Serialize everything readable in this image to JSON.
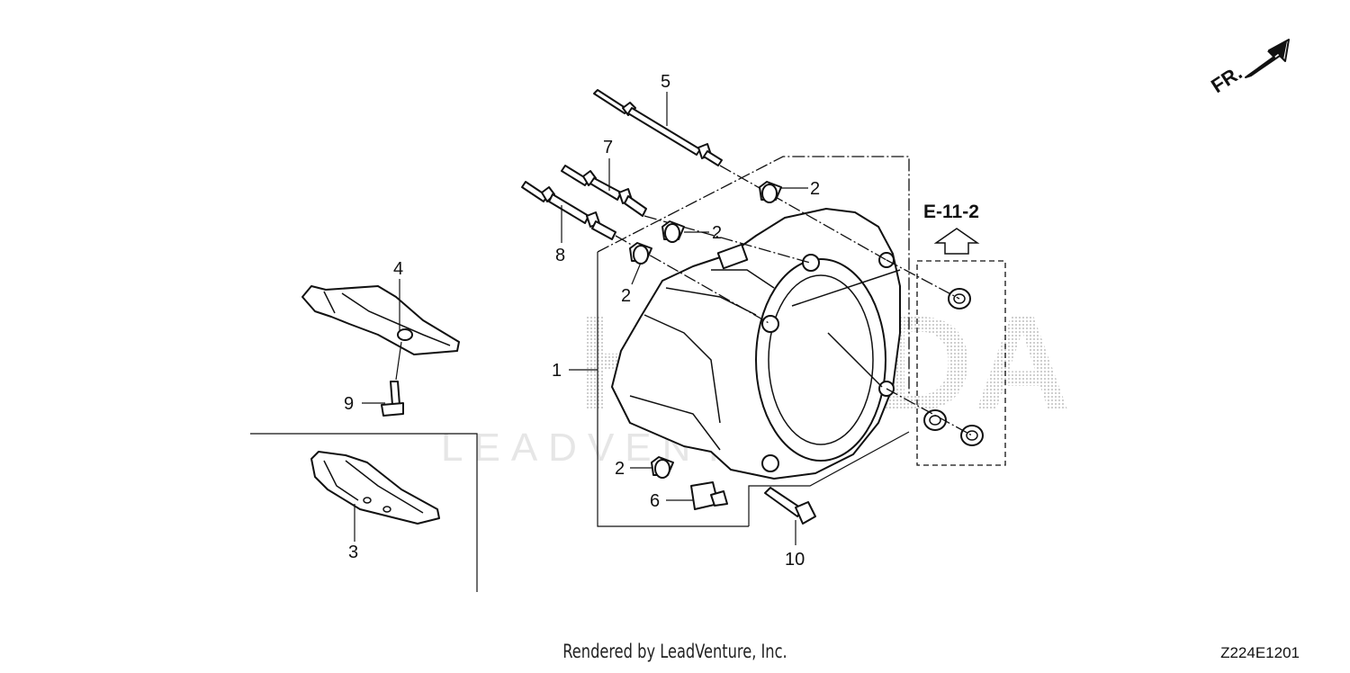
{
  "diagram": {
    "callouts": {
      "c1": "1",
      "c2a": "2",
      "c2b": "2",
      "c2c": "2",
      "c2d": "2",
      "c3": "3",
      "c4": "4",
      "c5": "5",
      "c6": "6",
      "c7": "7",
      "c8": "8",
      "c9": "9",
      "c10": "10"
    },
    "reference": "E-11-2",
    "front_label": "FR.",
    "watermark_text": "HONDA",
    "watermark_sub": "LEADVENTURE"
  },
  "footer": {
    "rendered_by": "Rendered by LeadVenture, Inc.",
    "diagram_code": "Z224E1201"
  }
}
